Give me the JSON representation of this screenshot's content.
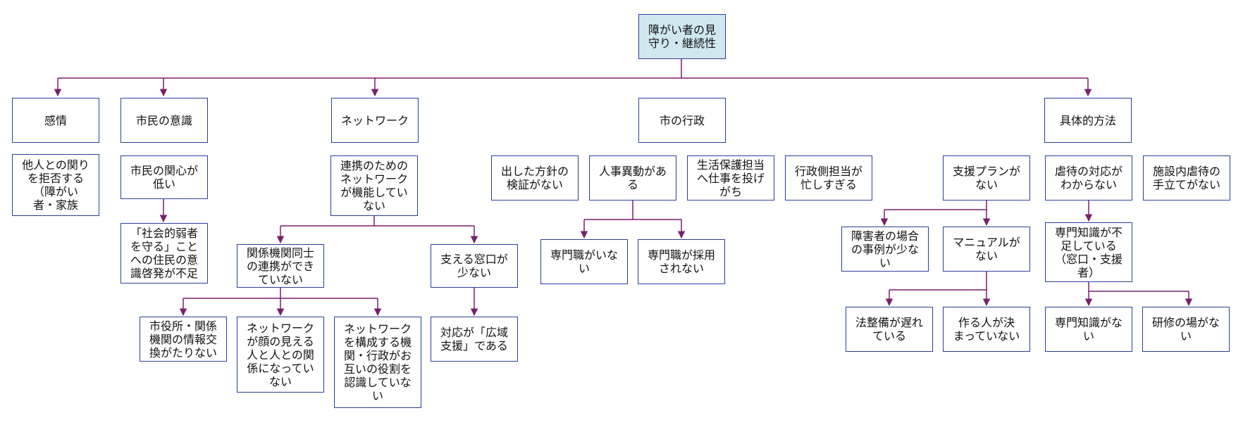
{
  "diagram": {
    "root": "障がい者の見\n守り・継続性",
    "categories": {
      "emotion": "感情",
      "awareness": "市民の意識",
      "network": "ネットワーク",
      "administration": "市の行政",
      "method": "具体的方法"
    },
    "emotion_items": {
      "refuse": "他人との関り\nを拒否する\n（障がい\n者・家族"
    },
    "awareness_items": {
      "low_interest": "市民の関心が\n低い",
      "enlightenment": "「社会的弱者\nを守る」こと\nへの住民の意\n識啓発が不足"
    },
    "network_items": {
      "not_functioning": "連携のための\nネットワーク\nが機能してい\nない",
      "agency_coop": "関係機関同士\nの連携ができ\nていない",
      "few_windows": "支える窓口が\n少ない",
      "info_exchange": "市役所・関係\n機関の情報交\n換がたりない",
      "face_relations": "ネットワーク\nが顔の見える\n人と人との関\n係になってい\nない",
      "roles": "ネットワーク\nを構成する機\n関・行政がお\n互いの役割を\n認識していな\nい",
      "wide_area": "対応が「広域\n支援」である"
    },
    "admin_items": {
      "policy_verify": "出した方針の\n検証がない",
      "transfer": "人事異動があ\nる",
      "welfare_staff": "生活保護担当\nへ仕事を投げ\nがち",
      "busy": "行政側担当が\n忙しすぎる",
      "no_specialist": "専門職がいな\nい",
      "not_hired": "専門職が採用\nされない"
    },
    "method_items": {
      "no_plan": "支援プランが\nない",
      "abuse_response": "虐待の対応が\nわからない",
      "facility_abuse": "施設内虐待の\n手立てがない",
      "few_cases": "障害者の場合\nの事例が少な\nい",
      "no_manual": "マニュアルが\nない",
      "law_delay": "法整備が遅れ\nている",
      "no_author": "作る人が決\nまっていない",
      "lack_knowledge": "専門知識が不\n足している\n（窓口・支援\n者）",
      "no_knowledge": "専門知識がな\nい",
      "no_training": "研修の場がな\nい"
    },
    "colors": {
      "border": "#2a3f9e",
      "root_fill": "#cfe8f0",
      "connector": "#7a1e6e"
    }
  }
}
